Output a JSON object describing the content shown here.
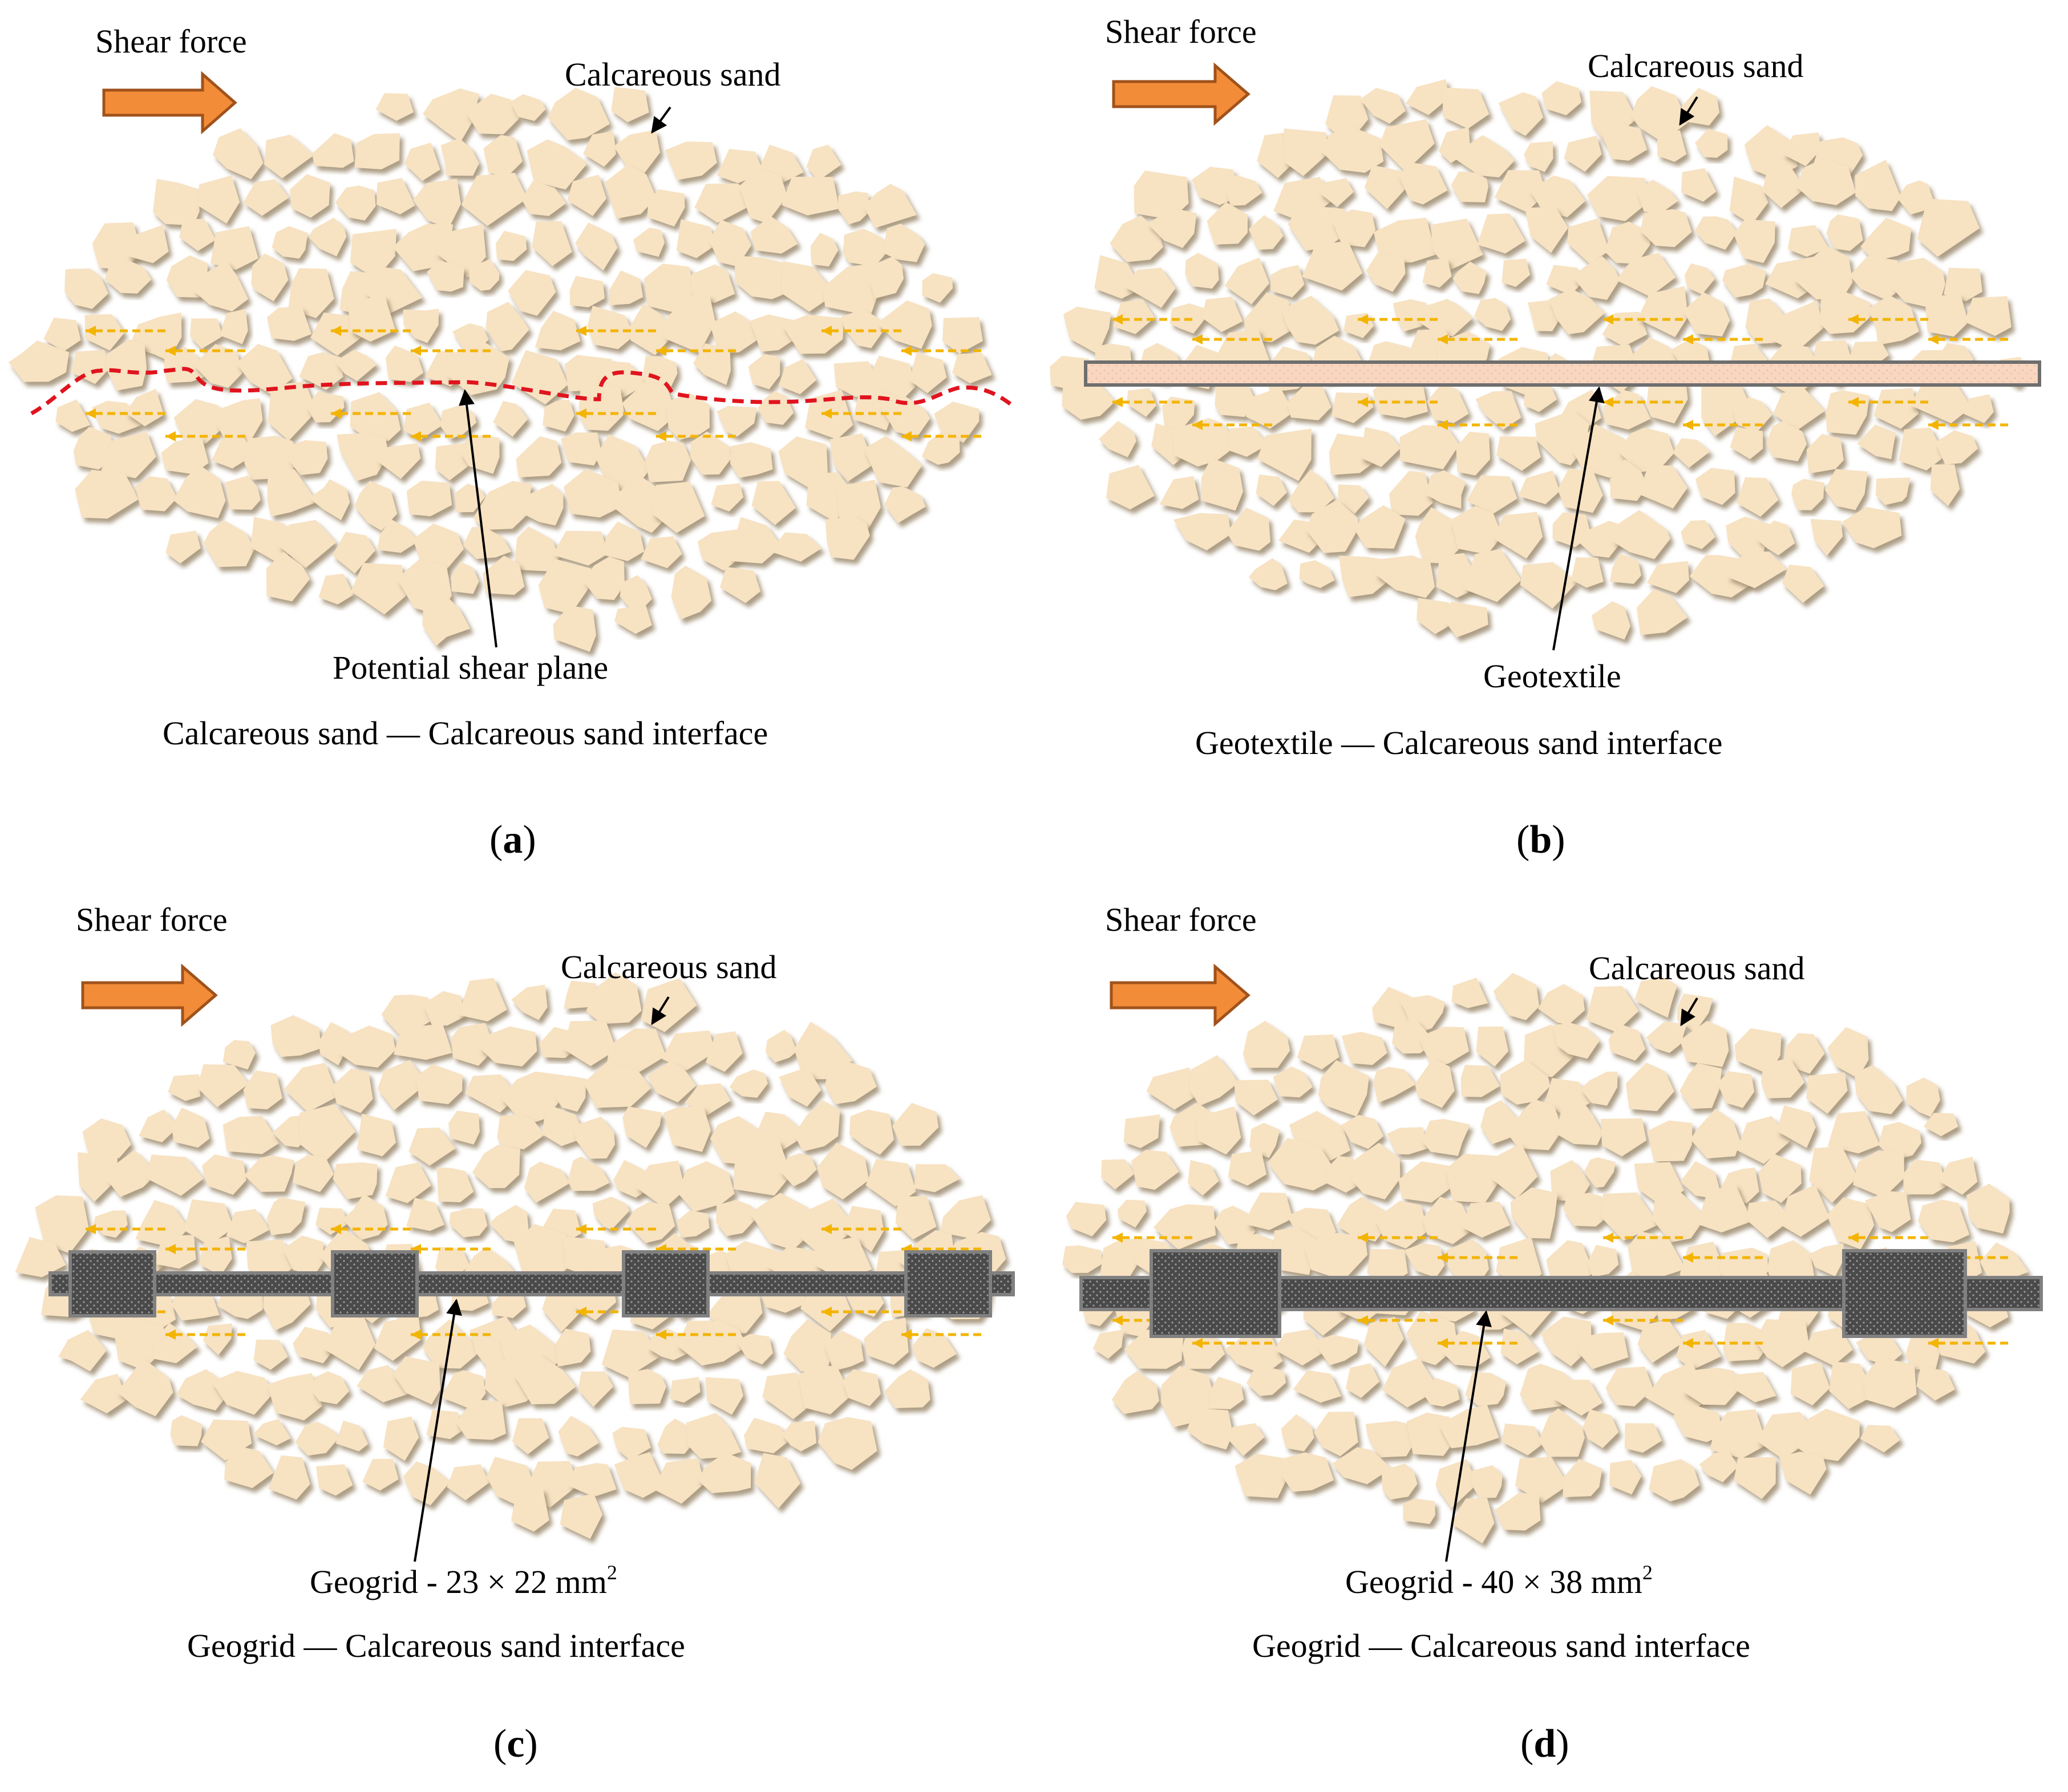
{
  "colors": {
    "sand_fill": "#F7E2C2",
    "sand_shadow": "#B9A88C",
    "arrow_orange": "#F28C38",
    "arrow_orange_dark": "#A0521B",
    "yellow_arrow": "#F3B400",
    "shear_plane_red": "#E0141E",
    "geotextile_fill": "#F9D6C0",
    "geotextile_border": "#6E6E6E",
    "geogrid_fill": "#4A4A4A",
    "geogrid_border": "#808080"
  },
  "panels": [
    {
      "id": "a",
      "shear_force": "Shear force",
      "sand_label": "Calcareous sand",
      "interface_label": "Potential shear plane",
      "caption": "Calcareous sand — Calcareous sand interface",
      "letter": "a"
    },
    {
      "id": "b",
      "shear_force": "Shear force",
      "sand_label": "Calcareous sand",
      "interface_label": "Geotextile",
      "caption": "Geotextile — Calcareous sand interface",
      "letter": "b"
    },
    {
      "id": "c",
      "shear_force": "Shear force",
      "sand_label": "Calcareous sand",
      "interface_label": "Geogrid - 23 × 22 mm",
      "interface_sup": "2",
      "caption": "Geogrid — Calcareous sand interface",
      "letter": "c"
    },
    {
      "id": "d",
      "shear_force": "Shear force",
      "sand_label": "Calcareous sand",
      "interface_label": "Geogrid - 40 × 38 mm",
      "interface_sup": "2",
      "caption": "Geogrid — Calcareous sand interface",
      "letter": "d"
    }
  ]
}
